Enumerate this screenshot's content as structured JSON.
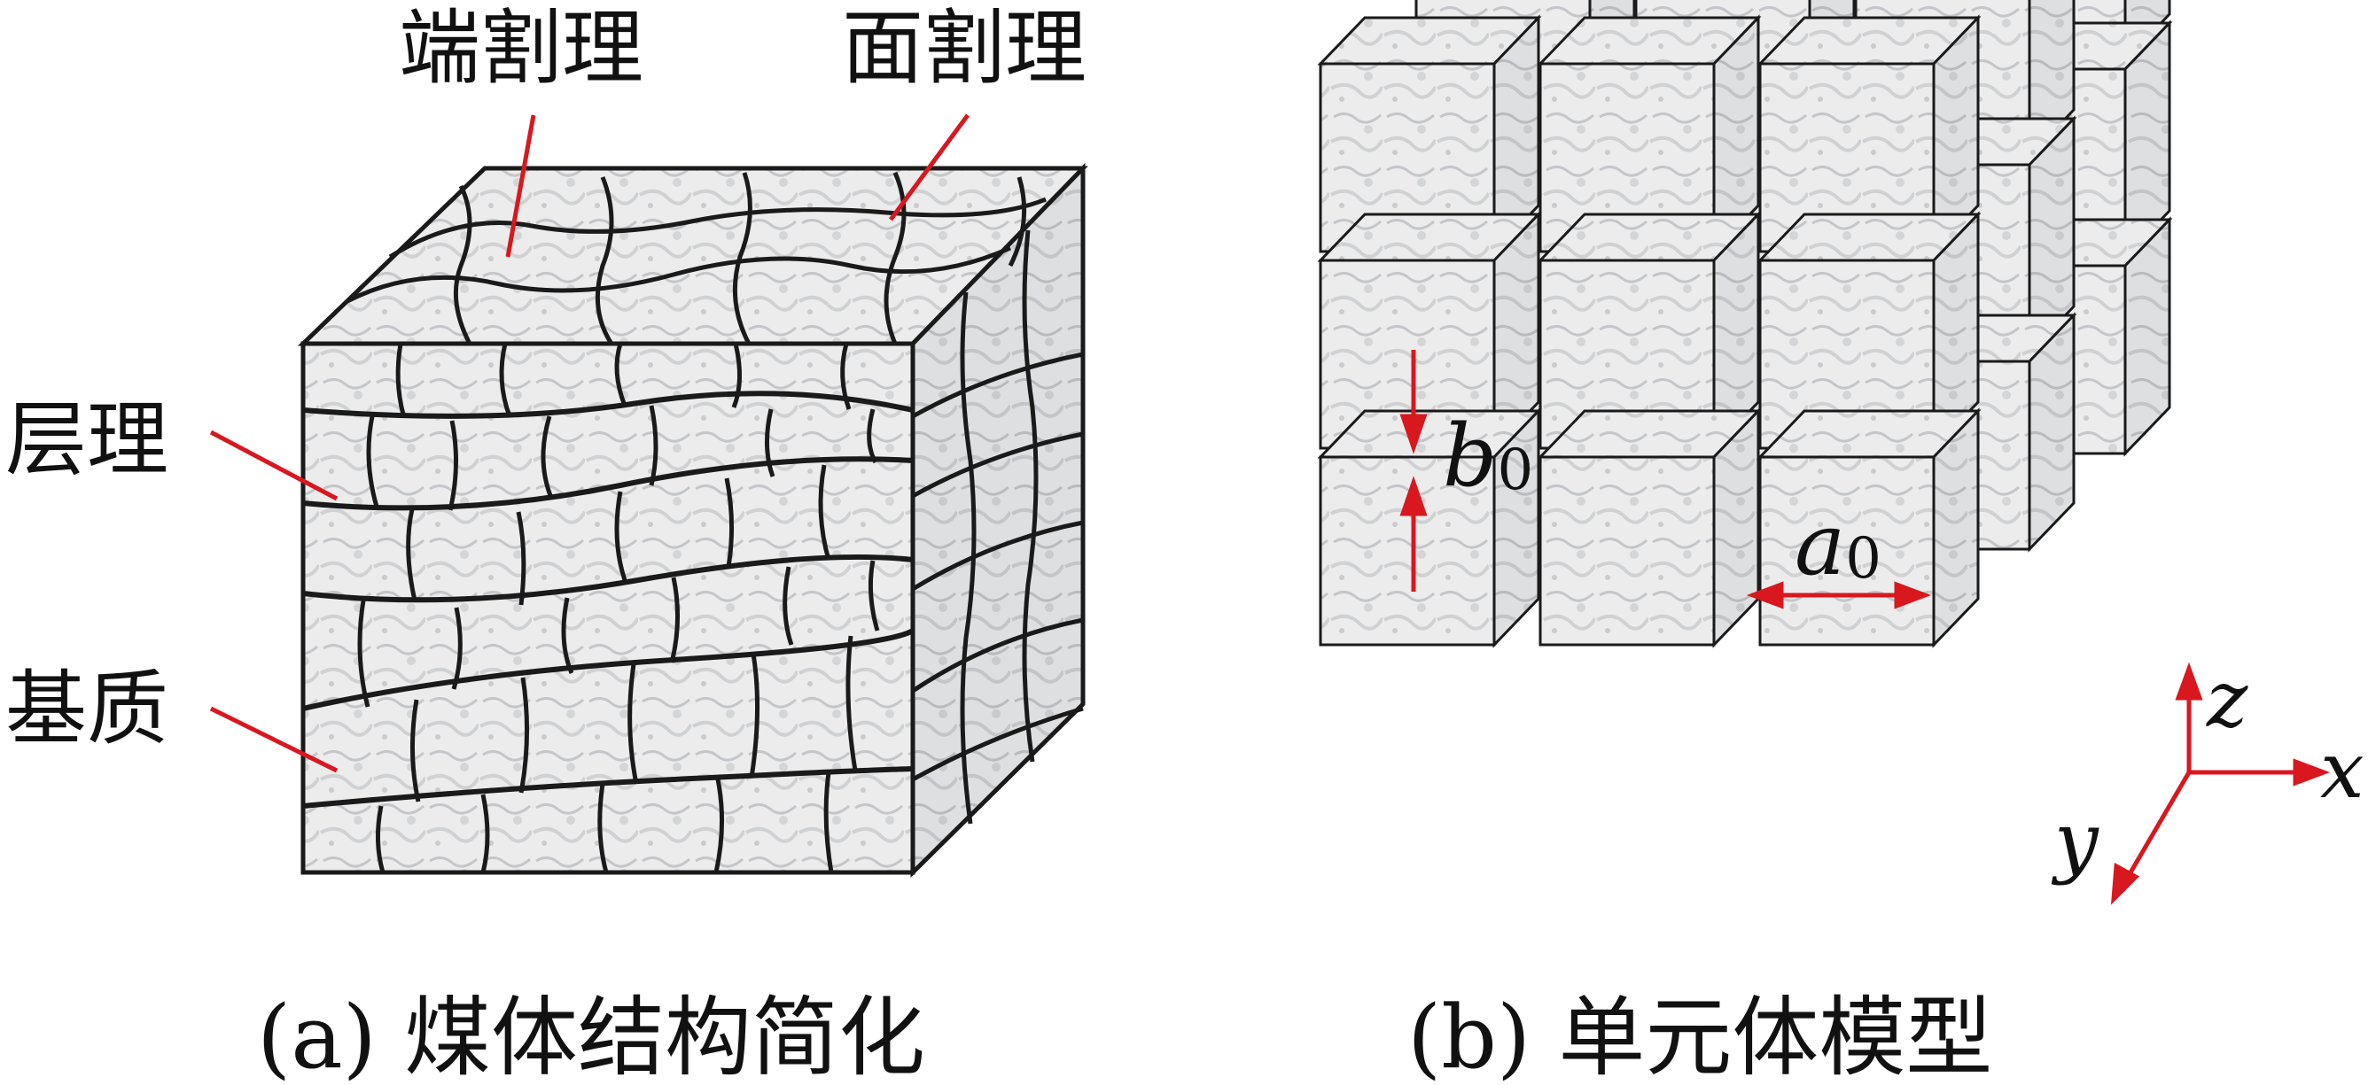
{
  "panel_a": {
    "caption": "(a) 煤体结构简化",
    "labels": {
      "end_cleat": "端割理",
      "face_cleat": "面割理",
      "bedding": "层理",
      "matrix": "基质"
    }
  },
  "panel_b": {
    "caption": "(b) 单元体模型",
    "dim_b": {
      "main": "b",
      "sub": "0"
    },
    "dim_a": {
      "main": "a",
      "sub": "0"
    },
    "axes": {
      "x": "x",
      "y": "y",
      "z": "z"
    }
  },
  "colors": {
    "accent_red": "#d8171f",
    "outline": "#1a1a1a",
    "rock_fill": "#e6e7e8"
  }
}
